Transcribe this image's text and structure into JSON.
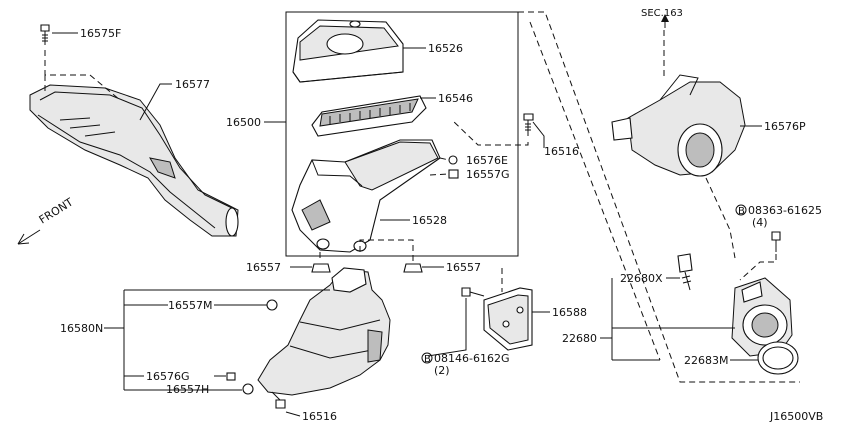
{
  "diagram": {
    "drawing_number": "J16500VB",
    "arrows": {
      "front_label": "FRONT",
      "section_ref": "SEC.163"
    },
    "part_labels": {
      "p16575F": "16575F",
      "p16577": "16577",
      "p16500": "16500",
      "p16526": "16526",
      "p16546": "16546",
      "p16516_top": "16516",
      "p16576E": "16576E",
      "p16557G": "16557G",
      "p16528": "16528",
      "p16557_left": "16557",
      "p16557_right": "16557",
      "p16557M": "16557M",
      "p16580N": "16580N",
      "p16576G": "16576G",
      "p16557H": "16557H",
      "p16516_bottom": "16516",
      "p16588": "16588",
      "p08146": "08146-6162G",
      "p08146_qty": "(2)",
      "p16576P": "16576P",
      "p08363": "08363-61625",
      "p08363_qty": "(4)",
      "p22680X": "22680X",
      "p22680": "22680",
      "p22683M": "22683M"
    }
  }
}
